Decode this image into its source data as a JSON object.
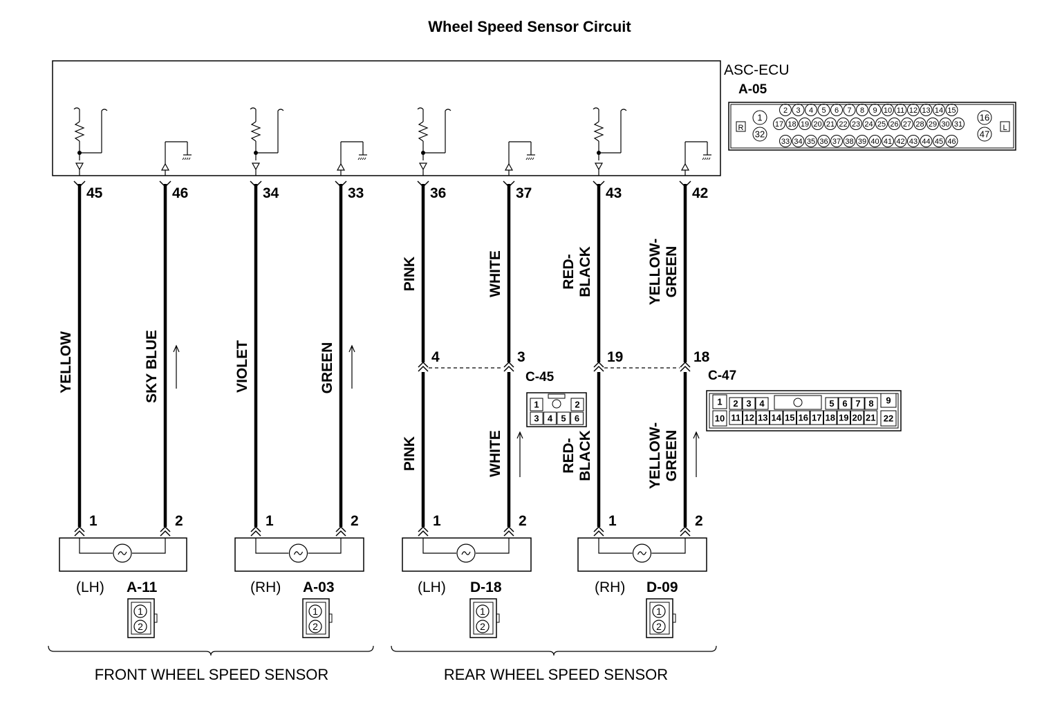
{
  "title": "Wheel Speed Sensor Circuit",
  "ecu": {
    "name": "ASC-ECU",
    "connector": "A-05",
    "pins_left": [
      "1",
      "32"
    ],
    "pins_row1": [
      "2",
      "3",
      "4",
      "5",
      "6",
      "7",
      "8",
      "9",
      "10",
      "11",
      "12",
      "13",
      "14",
      "15"
    ],
    "pins_row2": [
      "17",
      "18",
      "19",
      "20",
      "21",
      "22",
      "23",
      "24",
      "25",
      "26",
      "27",
      "28",
      "29",
      "30",
      "31"
    ],
    "pins_row3": [
      "33",
      "34",
      "35",
      "36",
      "37",
      "38",
      "39",
      "40",
      "41",
      "42",
      "43",
      "44",
      "45",
      "46"
    ],
    "pins_right": [
      "16",
      "47"
    ],
    "tag_left": "R",
    "tag_right": "L"
  },
  "wires": [
    {
      "pin": "45",
      "color": "YELLOW",
      "sensor_pin": "1"
    },
    {
      "pin": "46",
      "color": "SKY BLUE",
      "sensor_pin": "2"
    },
    {
      "pin": "34",
      "color": "VIOLET",
      "sensor_pin": "1"
    },
    {
      "pin": "33",
      "color": "GREEN",
      "sensor_pin": "2"
    },
    {
      "pin": "36",
      "color": "PINK",
      "junction_pin": "4",
      "sensor_pin": "1"
    },
    {
      "pin": "37",
      "color": "WHITE",
      "junction_pin": "3",
      "sensor_pin": "2"
    },
    {
      "pin": "43",
      "color_l1": "RED-",
      "color_l2": "BLACK",
      "junction_pin": "19",
      "sensor_pin": "1"
    },
    {
      "pin": "42",
      "color_l1": "YELLOW-",
      "color_l2": "GREEN",
      "junction_pin": "18",
      "sensor_pin": "2"
    }
  ],
  "junctions": [
    {
      "name": "C-45",
      "row1": [
        "1",
        "2"
      ],
      "row2": [
        "3",
        "4",
        "5",
        "6"
      ]
    },
    {
      "name": "C-47",
      "row1": [
        "1",
        "2",
        "3",
        "4",
        "5",
        "6",
        "7",
        "8",
        "9"
      ],
      "row2": [
        "10",
        "11",
        "12",
        "13",
        "14",
        "15",
        "16",
        "17",
        "18",
        "19",
        "20",
        "21",
        "22"
      ]
    }
  ],
  "sensors": [
    {
      "side": "(LH)",
      "connector": "A-11",
      "pins": [
        "1",
        "2"
      ]
    },
    {
      "side": "(RH)",
      "connector": "A-03",
      "pins": [
        "1",
        "2"
      ]
    },
    {
      "side": "(LH)",
      "connector": "D-18",
      "pins": [
        "1",
        "2"
      ]
    },
    {
      "side": "(RH)",
      "connector": "D-09",
      "pins": [
        "1",
        "2"
      ]
    }
  ],
  "groups": {
    "front": "FRONT WHEEL SPEED SENSOR",
    "rear": "REAR WHEEL SPEED SENSOR"
  }
}
